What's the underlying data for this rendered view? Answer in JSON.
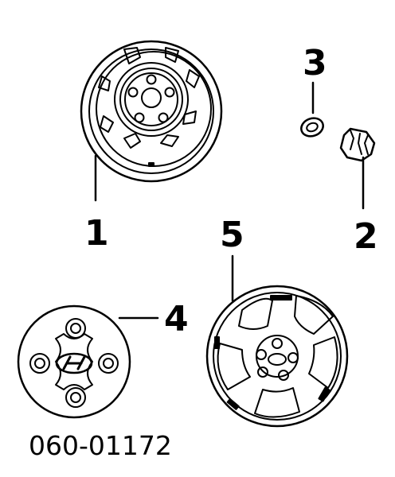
{
  "callouts": [
    "1",
    "2",
    "3",
    "4",
    "5"
  ],
  "reference_number": "060-01172",
  "colors": {
    "line": "#000000",
    "background": "#ffffff"
  }
}
